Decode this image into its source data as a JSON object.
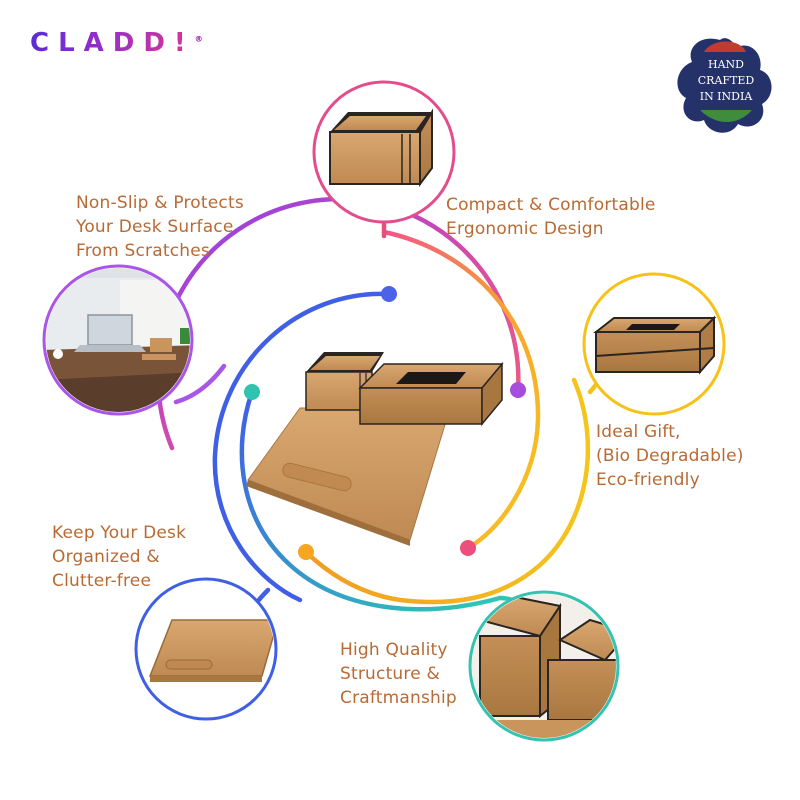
{
  "brand": {
    "name": "CLADD!",
    "mark": "®"
  },
  "badge": {
    "line1": "HAND",
    "line2": "CRAFTED",
    "line3": "IN  INDIA"
  },
  "features": {
    "non_slip": [
      "Non-Slip & Protects",
      "Your Desk Surface",
      "From Scratches"
    ],
    "compact": [
      "Compact & Comfortable",
      "Ergonomic Design"
    ],
    "gift": [
      "Ideal Gift,",
      "(Bio Degradable)",
      "Eco-friendly"
    ],
    "organized": [
      "Keep Your Desk",
      "Organized &",
      "Clutter-free"
    ],
    "quality": [
      "High Quality",
      "Structure &",
      "Craftmanship"
    ]
  },
  "colors": {
    "product_tan": "#c9955d",
    "product_edge": "#2b2522",
    "text": "#b86a35",
    "arc_purple": "#9b3fe0",
    "arc_pink": "#e8507a",
    "arc_yellow": "#f6c21a",
    "arc_teal": "#35c2b0",
    "arc_blue": "#3d63e0",
    "badge_blue": "#25326a",
    "badge_red": "#c23b2e"
  }
}
